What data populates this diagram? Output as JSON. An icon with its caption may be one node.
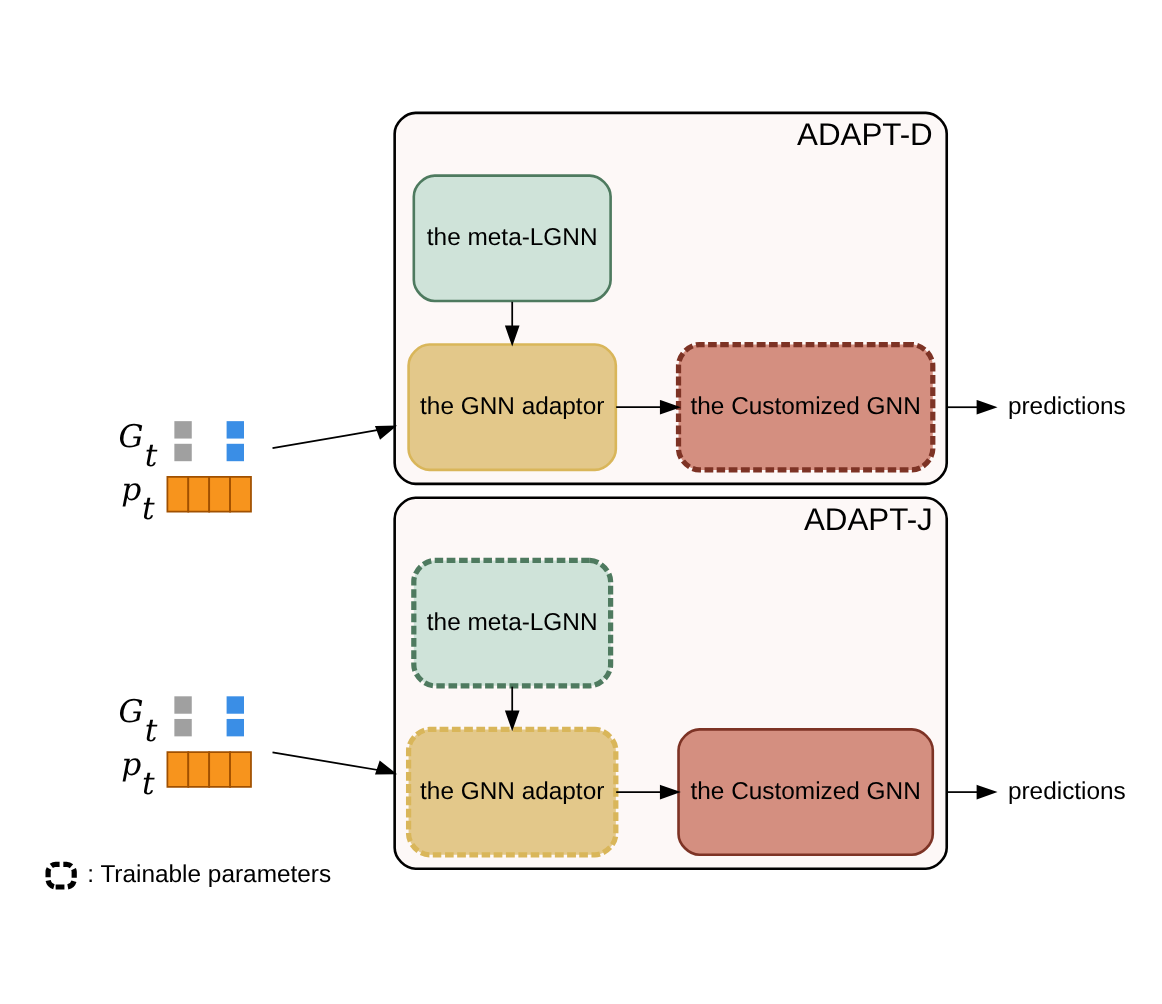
{
  "diagram": {
    "nodes": [
      {
        "text": [
          "ADAPT-D"
        ]
      },
      {
        "text": [
          "the meta-LGNN"
        ],
        "in": 0
      },
      {
        "text": [
          "the GNN adaptor"
        ],
        "in": 0
      },
      {
        "text": [
          "the Customized GNN"
        ],
        "in": 0
      },
      {
        "text": [
          "G$_{t}$",
          "p$_{t}$"
        ]
      },
      {
        "text": [
          "predictions"
        ]
      },
      {
        "text": [
          "ADAPT-J"
        ]
      },
      {
        "text": [
          "the meta-LGNN"
        ],
        "in": 6
      },
      {
        "text": [
          "the GNN adaptor"
        ],
        "in": 6
      },
      {
        "text": [
          "the Customized GNN"
        ],
        "in": 6
      },
      {
        "text": [
          "G$_{t}$",
          "p$_{t}$"
        ]
      },
      {
        "text": [
          "predictions"
        ]
      }
    ],
    "edges": [
      {
        "from": 1,
        "to": 2,
        "arrow": "to"
      },
      {
        "from": 4,
        "to": 0,
        "arrow": "to"
      },
      {
        "from": 2,
        "to": 3,
        "arrow": "to"
      },
      {
        "from": 0,
        "to": 5,
        "arrow": "to"
      },
      {
        "from": 7,
        "to": 8,
        "arrow": "to"
      },
      {
        "from": 10,
        "to": 6,
        "arrow": "to"
      },
      {
        "from": 8,
        "to": 9,
        "arrow": "to"
      },
      {
        "from": 6,
        "to": 11,
        "arrow": "to"
      }
    ],
    "legend": [
      {
        "text": ": Trainable parameters"
      }
    ]
  }
}
